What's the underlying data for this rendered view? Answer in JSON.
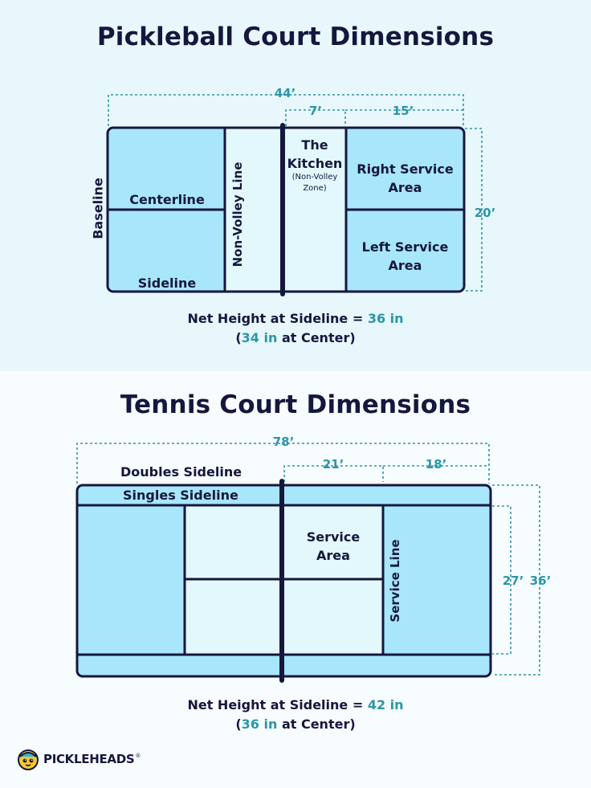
{
  "colors": {
    "accent": "#2a96a9",
    "navy": "#15173d",
    "court_blue": "#a8e6fb",
    "court_light": "#e3f8fd",
    "top_bg": "#e8f7fc"
  },
  "pickleball": {
    "title": "Pickleball Court Dimensions",
    "dims": {
      "length": "44’",
      "kitchen": "7’",
      "service_len": "15’",
      "width": "20’"
    },
    "labels": {
      "baseline": "Baseline",
      "centerline": "Centerline",
      "sideline": "Sideline",
      "non_volley_line": "Non-Volley Line",
      "kitchen_line1": "The",
      "kitchen_line2": "Kitchen",
      "kitchen_sub1": "(Non-Volley",
      "kitchen_sub2": "Zone)",
      "right_service_1": "Right Service",
      "right_service_2": "Area",
      "left_service_1": "Left Service",
      "left_service_2": "Area"
    },
    "net": {
      "line1_prefix": "Net Height at Sideline = ",
      "line1_value": "36 in",
      "line2_open": "(",
      "line2_value": "34 in",
      "line2_suffix": " at Center)"
    }
  },
  "tennis": {
    "title": "Tennis Court Dimensions",
    "dims": {
      "length": "78’",
      "service_len": "21’",
      "back_len": "18’",
      "singles_width": "27’",
      "doubles_width": "36’"
    },
    "labels": {
      "doubles_sideline": "Doubles Sideline",
      "singles_sideline": "Singles Sideline",
      "service_area_1": "Service",
      "service_area_2": "Area",
      "service_line": "Service Line"
    },
    "net": {
      "line1_prefix": "Net Height at Sideline = ",
      "line1_value": "42 in",
      "line2_open": "(",
      "line2_value": "36 in",
      "line2_suffix": " at Center)"
    }
  },
  "brand": {
    "logo_text": "PICKLEHEADS",
    "trademark": "®"
  }
}
